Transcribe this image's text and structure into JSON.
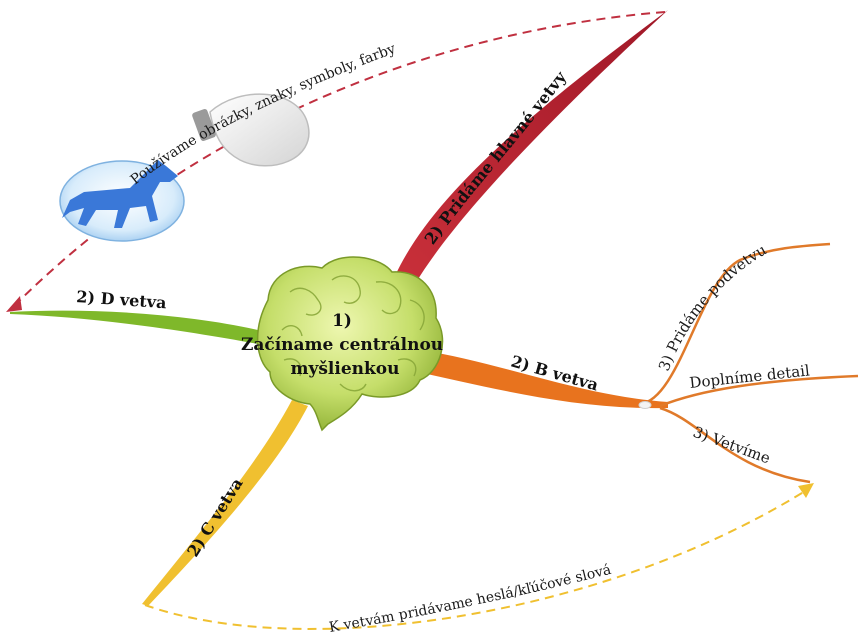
{
  "central": {
    "line1": "1)",
    "line2": "Začíname centrálnou",
    "line3": "myšlienkou"
  },
  "branches": {
    "main": "2) Pridáme hlavné vetvy",
    "b": "2) B vetva",
    "c": "2) C vetva",
    "d": "2) D vetva"
  },
  "sub_branches": {
    "top": "3) Pridáme podvetvu",
    "middle": "Doplníme detail",
    "bottom": "3) Vetvíme"
  },
  "annotations": {
    "images": "Používame obrázky, znaky, symboly, farby",
    "keywords": "K vetvám pridávame heslá/kľúčové slová"
  },
  "icons": [
    "brain-icon",
    "dog-icon",
    "lightbulb-icon"
  ],
  "colors": {
    "main_branch": "#b8202e",
    "b_branch": "#e8731e",
    "c_branch": "#f0c030",
    "d_branch": "#7fb82a",
    "sub_branch": "#e07a2a",
    "dashed_red": "#c03040",
    "dashed_yellow": "#f0c030",
    "dog": "#3a78d8",
    "brain": "#b5d35a"
  }
}
